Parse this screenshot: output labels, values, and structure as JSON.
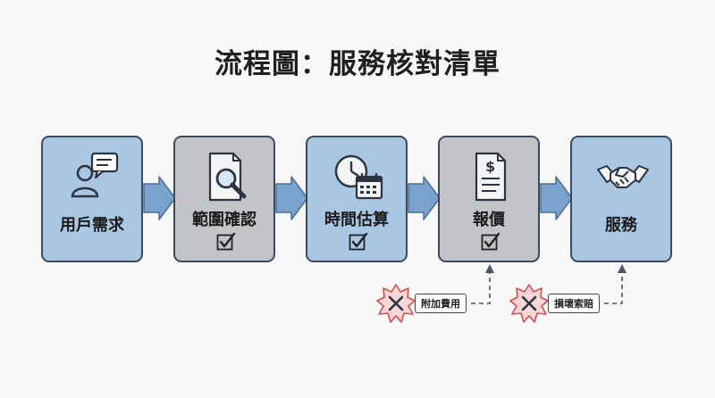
{
  "title": "流程圖：服務核對清單",
  "steps": [
    {
      "label": "用戶需求",
      "icon": "user-speech-bubble-icon",
      "checked": false
    },
    {
      "label": "範圍確認",
      "icon": "document-magnifier-icon",
      "checked": true
    },
    {
      "label": "時間估算",
      "icon": "clock-calendar-icon",
      "checked": true
    },
    {
      "label": "報價",
      "icon": "dollar-document-icon",
      "checked": true
    },
    {
      "label": "服務",
      "icon": "handshake-icon",
      "checked": false
    }
  ],
  "risks": [
    {
      "label": "附加費用",
      "icon": "x-burst-icon",
      "target_step": "報價"
    },
    {
      "label": "損壞索賠",
      "icon": "x-burst-icon",
      "target_step": "服務"
    }
  ],
  "colors": {
    "blue_box": "#a9c6e3",
    "gray_box": "#c2c4c7",
    "arrow": "#6f9ac4",
    "warning": "#e06060"
  }
}
